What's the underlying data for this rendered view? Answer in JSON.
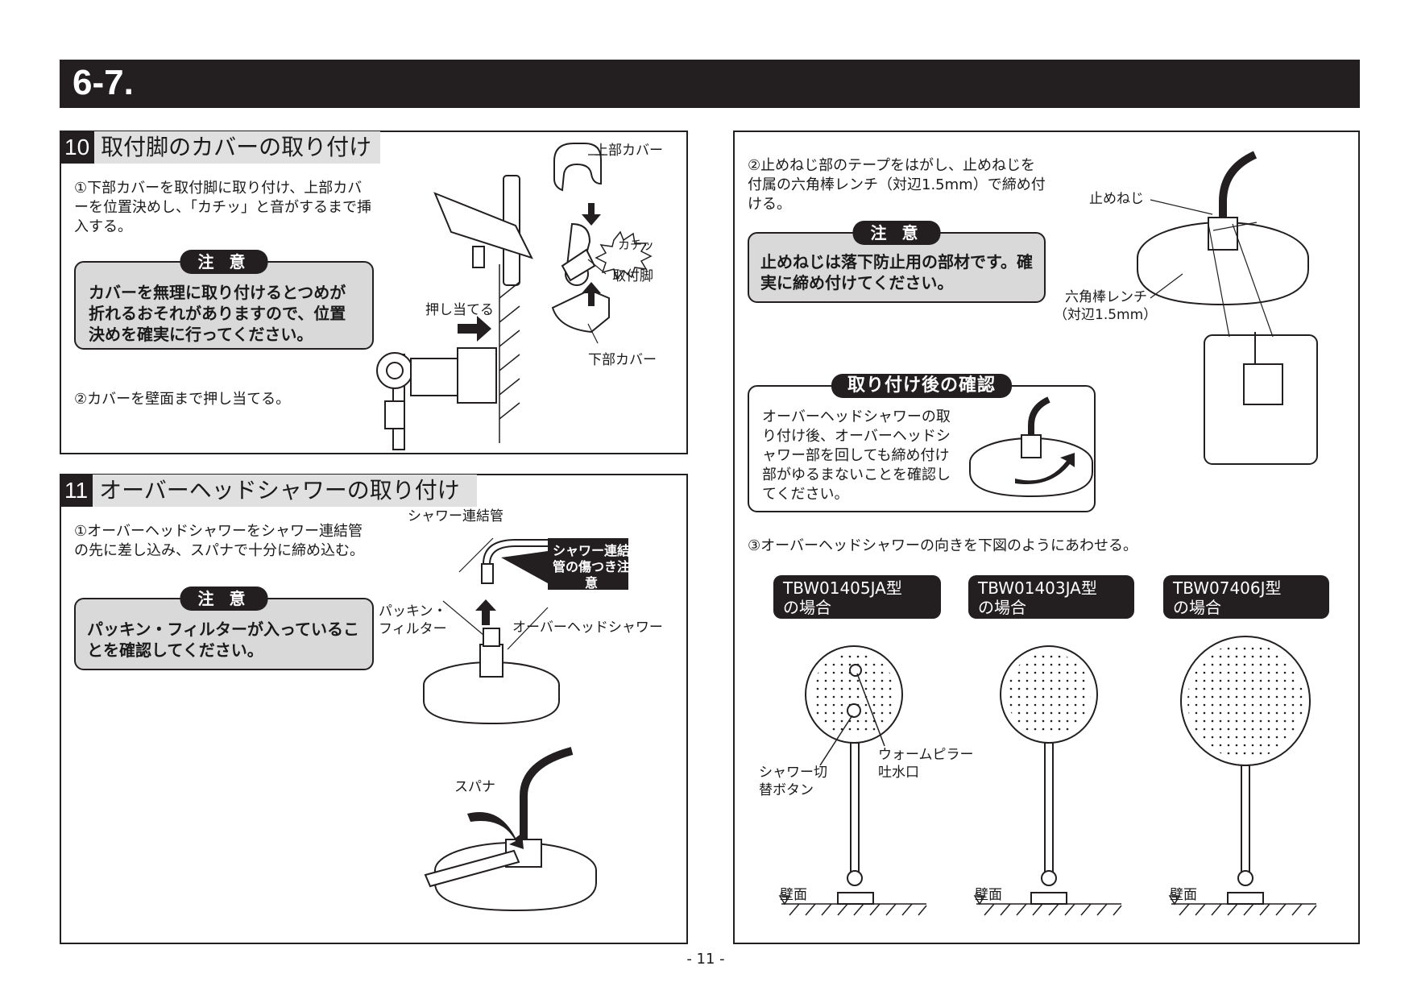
{
  "header": {
    "section_number": "6-7."
  },
  "section10": {
    "number": "10",
    "title": "取付脚のカバーの取り付け",
    "step1": "①下部カバーを取付脚に取り付け、上部カバーを位置決めし、「カチッ」と音がするまで挿入する。",
    "caution_label": "注 意",
    "caution_text": "カバーを無理に取り付けるとつめが折れるおそれがありますので、位置決めを確実に行ってください。",
    "step2": "②カバーを壁面まで押し当てる。",
    "labels": {
      "upper_cover": "上部カバー",
      "click": "カチッ",
      "mount_leg": "取付脚",
      "lower_cover": "下部カバー",
      "push": "押し当てる"
    }
  },
  "section11": {
    "number": "11",
    "title": "オーバーヘッドシャワーの取り付け",
    "step1": "①オーバーヘッドシャワーをシャワー連結管の先に差し込み、スパナで十分に締め込む。",
    "caution_label": "注 意",
    "caution_text": "パッキン・フィルターが入っていることを確認してください。",
    "labels": {
      "pipe": "シャワー連結管",
      "warning": "シャワー連結管の傷つき注意",
      "packing": "パッキン・フィルター",
      "overhead": "オーバーヘッドシャワー",
      "spanner": "スパナ"
    }
  },
  "right": {
    "step2": "②止めねじ部のテープをはがし、止めねじを付属の六角棒レンチ（対辺1.5mm）で締め付ける。",
    "caution_label": "注 意",
    "caution_text": "止めねじは落下防止用の部材です。確実に締め付けてください。",
    "labels": {
      "set_screw": "止めねじ",
      "hex_wrench": "六角棒レンチ",
      "hex_size": "（対辺1.5mm）"
    },
    "check_title": "取り付け後の確認",
    "check_text": "オーバーヘッドシャワーの取り付け後、オーバーヘッドシャワー部を回しても締め付け部がゆるまないことを確認してください。",
    "step3": "③オーバーヘッドシャワーの向きを下図のようにあわせる。",
    "models": [
      {
        "name": "TBW01405JA型",
        "suffix": "の場合"
      },
      {
        "name": "TBW01403JA型",
        "suffix": "の場合"
      },
      {
        "name": "TBW07406J型",
        "suffix": "の場合"
      }
    ],
    "callouts": {
      "switch": "シャワー切替ボタン",
      "warm": "ウォームピラー吐水口"
    },
    "wall": "壁面"
  },
  "footer": {
    "page": "- 11 -"
  }
}
